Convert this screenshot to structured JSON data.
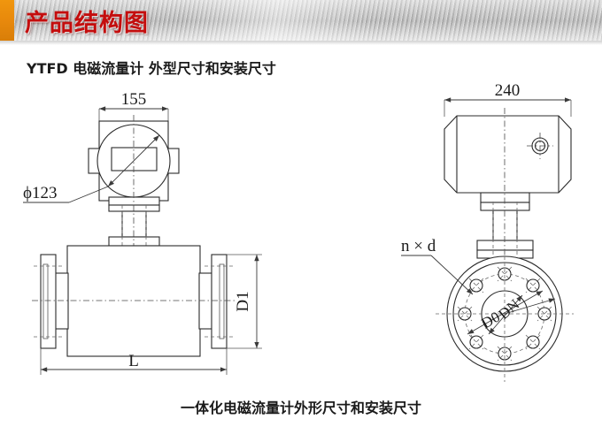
{
  "banner": {
    "title": "产品结构图",
    "accent_color": "#e8890c",
    "title_color": "#c40d0d"
  },
  "subtitle": "YTFD 电磁流量计 外型尺寸和安装尺寸",
  "caption": "一体化电磁流量计外形尺寸和安装尺寸",
  "left_drawing": {
    "name": "front-elevation-view",
    "dimensions": {
      "converter_width": "155",
      "display_diameter": "ϕ123",
      "body_length": "L",
      "flange_diameter": "D1"
    }
  },
  "right_drawing": {
    "name": "side-and-flange-face-view",
    "dimensions": {
      "converter_depth": "240",
      "bolt_spec": "n × d",
      "bolt_circle": "D0",
      "nominal_bore": "DN"
    }
  }
}
